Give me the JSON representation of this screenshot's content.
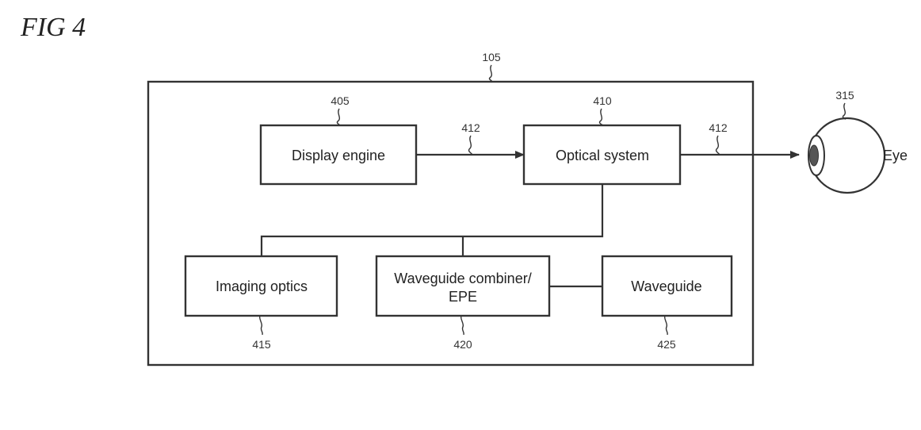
{
  "figure": {
    "title": "FIG 4"
  },
  "diagram": {
    "container": {
      "ref": "105"
    },
    "blocks": [
      {
        "id": "display-engine",
        "label": "Display engine",
        "ref": "405"
      },
      {
        "id": "optical-system",
        "label": "Optical system",
        "ref": "410"
      },
      {
        "id": "imaging-optics",
        "label": "Imaging optics",
        "ref": "415"
      },
      {
        "id": "waveguide-combiner",
        "label_line1": "Waveguide combiner/",
        "label_line2": "EPE",
        "ref": "420"
      },
      {
        "id": "waveguide",
        "label": "Waveguide",
        "ref": "425"
      }
    ],
    "arrows": [
      {
        "from": "display-engine",
        "to": "optical-system",
        "ref": "412"
      },
      {
        "from": "optical-system",
        "to": "eye",
        "ref": "412"
      }
    ],
    "connections": [
      {
        "from": "optical-system",
        "to": [
          "imaging-optics",
          "waveguide-combiner"
        ]
      },
      {
        "from": "waveguide-combiner",
        "to": "waveguide"
      }
    ],
    "eye": {
      "label": "Eye",
      "ref": "315",
      "icon": "eye-icon"
    }
  }
}
